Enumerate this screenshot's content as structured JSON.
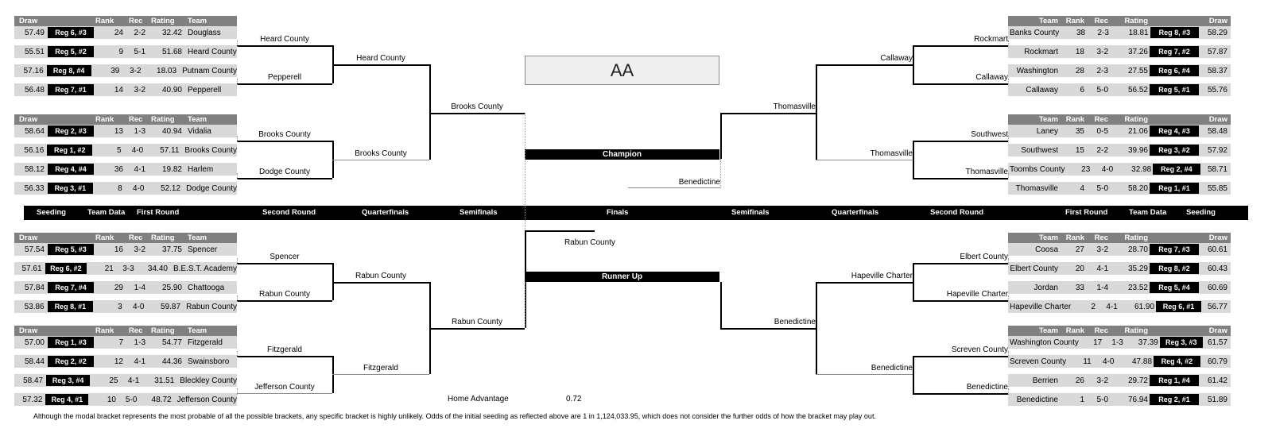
{
  "title": "AA",
  "columns_left": {
    "draw": "Draw",
    "rank": "Rank",
    "rec": "Rec",
    "rating": "Rating",
    "team": "Team"
  },
  "columns_right": {
    "team": "Team",
    "rank": "Rank",
    "rec": "Rec",
    "rating": "Rating",
    "draw": "Draw"
  },
  "center": {
    "champion": "Champion",
    "runner_up": "Runner Up"
  },
  "home_advantage": {
    "label": "Home Advantage",
    "value": "0.72"
  },
  "footer_note": "Although the modal bracket represents the most probable of all the possible brackets, any specific bracket is highly unlikely.  Odds of the initial seeding as reflected above are 1 in 1,124,033.95, which does not consider the further odds of how the bracket may play out.",
  "round_band": {
    "left": [
      "Seeding",
      "Team Data",
      "First Round",
      "Second Round",
      "Quarterfinals",
      "Semifinals",
      "Finals"
    ],
    "right": [
      "Semifinals",
      "Quarterfinals",
      "Second Round",
      "First Round",
      "Team Data",
      "Seeding"
    ]
  },
  "quadrants": {
    "top_left": [
      {
        "draw": "57.49",
        "reg": "Reg 6, #3",
        "rank": "24",
        "rec": "2-2",
        "rating": "32.42",
        "team": "Douglass"
      },
      {
        "draw": "55.51",
        "reg": "Reg 5, #2",
        "rank": "9",
        "rec": "5-1",
        "rating": "51.68",
        "team": "Heard County"
      },
      {
        "draw": "57.16",
        "reg": "Reg 8, #4",
        "rank": "39",
        "rec": "3-2",
        "rating": "18.03",
        "team": "Putnam County"
      },
      {
        "draw": "56.48",
        "reg": "Reg 7, #1",
        "rank": "14",
        "rec": "3-2",
        "rating": "40.90",
        "team": "Pepperell"
      }
    ],
    "mid_left": [
      {
        "draw": "58.64",
        "reg": "Reg 2, #3",
        "rank": "13",
        "rec": "1-3",
        "rating": "40.94",
        "team": "Vidalia"
      },
      {
        "draw": "56.16",
        "reg": "Reg 1, #2",
        "rank": "5",
        "rec": "4-0",
        "rating": "57.11",
        "team": "Brooks County"
      },
      {
        "draw": "58.12",
        "reg": "Reg 4, #4",
        "rank": "36",
        "rec": "4-1",
        "rating": "19.82",
        "team": "Harlem"
      },
      {
        "draw": "56.33",
        "reg": "Reg 3, #1",
        "rank": "8",
        "rec": "4-0",
        "rating": "52.12",
        "team": "Dodge County"
      }
    ],
    "low_left": [
      {
        "draw": "57.54",
        "reg": "Reg 5, #3",
        "rank": "16",
        "rec": "3-2",
        "rating": "37.75",
        "team": "Spencer"
      },
      {
        "draw": "57.61",
        "reg": "Reg 6, #2",
        "rank": "21",
        "rec": "3-3",
        "rating": "34.40",
        "team": "B.E.S.T. Academy"
      },
      {
        "draw": "57.84",
        "reg": "Reg 7, #4",
        "rank": "29",
        "rec": "1-4",
        "rating": "25.90",
        "team": "Chattooga"
      },
      {
        "draw": "53.86",
        "reg": "Reg 8, #1",
        "rank": "3",
        "rec": "4-0",
        "rating": "59.87",
        "team": "Rabun County"
      }
    ],
    "bot_left": [
      {
        "draw": "57.00",
        "reg": "Reg 1, #3",
        "rank": "7",
        "rec": "1-3",
        "rating": "54.77",
        "team": "Fitzgerald"
      },
      {
        "draw": "58.44",
        "reg": "Reg 2, #2",
        "rank": "12",
        "rec": "4-1",
        "rating": "44.36",
        "team": "Swainsboro"
      },
      {
        "draw": "58.47",
        "reg": "Reg 3, #4",
        "rank": "25",
        "rec": "4-1",
        "rating": "31.51",
        "team": "Bleckley County"
      },
      {
        "draw": "57.32",
        "reg": "Reg 4, #1",
        "rank": "10",
        "rec": "5-0",
        "rating": "48.72",
        "team": "Jefferson County"
      }
    ],
    "top_right": [
      {
        "team": "Banks County",
        "rank": "38",
        "rec": "2-3",
        "rating": "18.81",
        "reg": "Reg 8, #3",
        "draw": "58.29"
      },
      {
        "team": "Rockmart",
        "rank": "18",
        "rec": "3-2",
        "rating": "37.26",
        "reg": "Reg 7, #2",
        "draw": "57.87"
      },
      {
        "team": "Washington",
        "rank": "28",
        "rec": "2-3",
        "rating": "27.55",
        "reg": "Reg 6, #4",
        "draw": "58.37"
      },
      {
        "team": "Callaway",
        "rank": "6",
        "rec": "5-0",
        "rating": "56.52",
        "reg": "Reg 5, #1",
        "draw": "55.76"
      }
    ],
    "mid_right": [
      {
        "team": "Laney",
        "rank": "35",
        "rec": "0-5",
        "rating": "21.06",
        "reg": "Reg 4, #3",
        "draw": "58.48"
      },
      {
        "team": "Southwest",
        "rank": "15",
        "rec": "2-2",
        "rating": "39.96",
        "reg": "Reg 3, #2",
        "draw": "57.92"
      },
      {
        "team": "Toombs County",
        "rank": "23",
        "rec": "4-0",
        "rating": "32.98",
        "reg": "Reg 2, #4",
        "draw": "58.71"
      },
      {
        "team": "Thomasville",
        "rank": "4",
        "rec": "5-0",
        "rating": "58.20",
        "reg": "Reg 1, #1",
        "draw": "55.85"
      }
    ],
    "low_right": [
      {
        "team": "Coosa",
        "rank": "27",
        "rec": "3-2",
        "rating": "28.70",
        "reg": "Reg 7, #3",
        "draw": "60.61"
      },
      {
        "team": "Elbert County",
        "rank": "20",
        "rec": "4-1",
        "rating": "35.29",
        "reg": "Reg 8, #2",
        "draw": "60.43"
      },
      {
        "team": "Jordan",
        "rank": "33",
        "rec": "1-4",
        "rating": "23.52",
        "reg": "Reg 5, #4",
        "draw": "60.69"
      },
      {
        "team": "Hapeville Charter",
        "rank": "2",
        "rec": "4-1",
        "rating": "61.90",
        "reg": "Reg 6, #1",
        "draw": "56.77"
      }
    ],
    "bot_right": [
      {
        "team": "Washington County",
        "rank": "17",
        "rec": "1-3",
        "rating": "37.39",
        "reg": "Reg 3, #3",
        "draw": "61.57"
      },
      {
        "team": "Screven County",
        "rank": "11",
        "rec": "4-0",
        "rating": "47.88",
        "reg": "Reg 4, #2",
        "draw": "60.79"
      },
      {
        "team": "Berrien",
        "rank": "26",
        "rec": "3-2",
        "rating": "29.72",
        "reg": "Reg 1, #4",
        "draw": "61.42"
      },
      {
        "team": "Benedictine",
        "rank": "1",
        "rec": "5-0",
        "rating": "76.94",
        "reg": "Reg 2, #1",
        "draw": "51.89"
      }
    ]
  },
  "advance_labels": {
    "l_r1_1": "Heard County",
    "l_r1_2": "Pepperell",
    "l_r1_3": "Brooks County",
    "l_r1_4": "Dodge County",
    "l_r2_1": "Heard County",
    "l_r2_2": "Brooks County",
    "l_qf_1": "Brooks County",
    "l_r1_5": "Spencer",
    "l_r1_6": "Rabun County",
    "l_r1_7": "Fitzgerald",
    "l_r1_8": "Jefferson County",
    "l_r2_3": "Rabun County",
    "l_r2_4": "Fitzgerald",
    "l_qf_2": "Rabun County",
    "l_sf_1": "Rabun County",
    "r_r1_1": "Rockmart",
    "r_r1_2": "Callaway",
    "r_r1_3": "Southwest",
    "r_r1_4": "Thomasville",
    "r_r2_1": "Callaway",
    "r_r2_2": "Thomasville",
    "r_qf_1": "Thomasville",
    "r_r1_5": "Elbert County",
    "r_r1_6": "Hapeville Charter",
    "r_r1_7": "Screven County",
    "r_r1_8": "Benedictine",
    "r_r2_3": "Hapeville Charter",
    "r_r2_4": "Benedictine",
    "r_qf_2": "Benedictine",
    "r_sf_1": "Benedictine",
    "final_left": "Benedictine"
  }
}
